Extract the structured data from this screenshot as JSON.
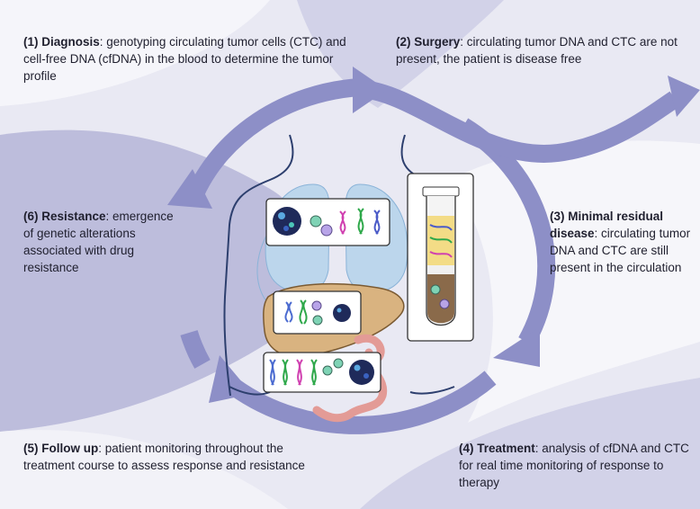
{
  "colors": {
    "background": "#e9e9f3",
    "band_dark": "#bdbddc",
    "band_mid": "#d2d2e8",
    "arrow": "#8d8fc7",
    "body_outline": "#2d3f6e",
    "lung": "#bcd6ec",
    "liver": "#d9b380",
    "intestine": "#f0b7b3",
    "plasma": "#f3dc86",
    "cell_layer": "#8a6a4a"
  },
  "icons": [
    "body-silhouette-icon",
    "lungs-icon",
    "liver-icon",
    "intestine-icon",
    "blood-tube-icon",
    "tumor-cluster-icon",
    "dna-helix-icon",
    "cell-icon"
  ],
  "steps": [
    {
      "id": "diagnosis",
      "label": "(1) Diagnosis",
      "text": ": genotyping circulating tumor cells (CTC) and cell-free DNA (cfDNA) in the blood to determine the tumor profile"
    },
    {
      "id": "surgery",
      "label": "(2) Surgery",
      "text": ": circulating tumor DNA and CTC are not present, the patient is disease free"
    },
    {
      "id": "mrd",
      "label": "(3) Minimal residual disease",
      "text": ": circulating tumor DNA and CTC are still present in the circulation"
    },
    {
      "id": "treatment",
      "label": "(4) Treatment",
      "text": ": analysis of cfDNA and CTC for real time monitoring of response to therapy"
    },
    {
      "id": "followup",
      "label": "(5) Follow up",
      "text": ": patient monitoring throughout the treatment course to assess response and resistance"
    },
    {
      "id": "resistance",
      "label": "(6) Resistance",
      "text": ": emergence of genetic alterations associated with drug resistance"
    }
  ]
}
